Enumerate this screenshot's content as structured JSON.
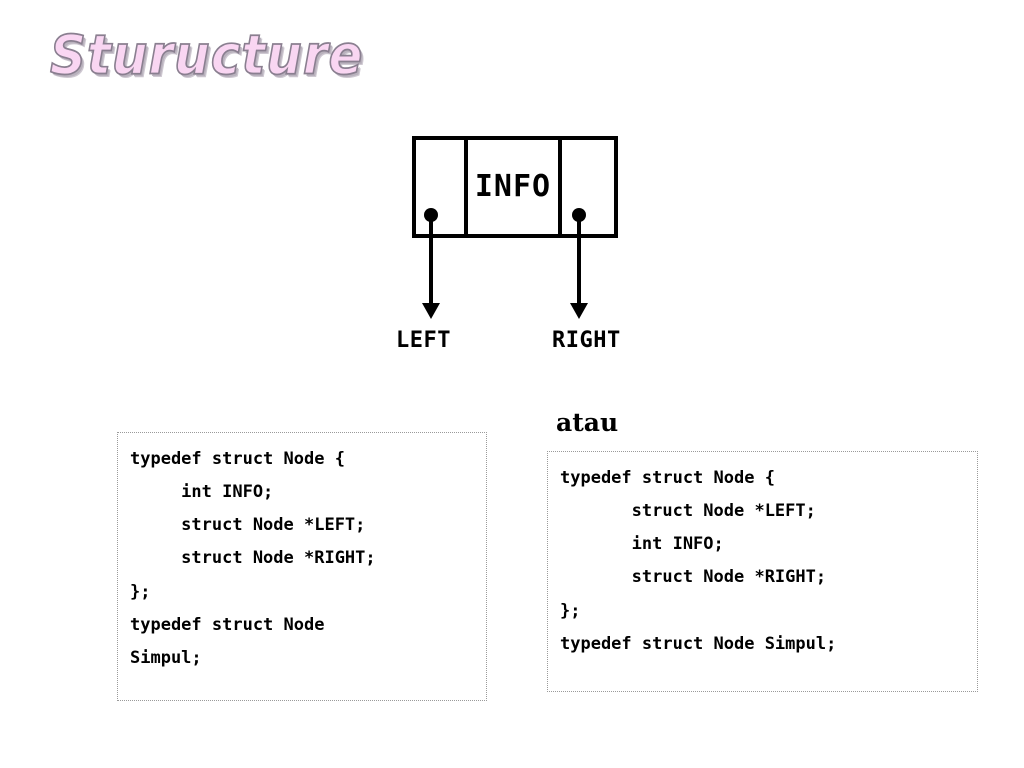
{
  "slide": {
    "title": "Sturucture",
    "title_fill_color": "#F9D6F2",
    "title_outline_color": "#8A7F90",
    "background_color": "#FFFFFF"
  },
  "diagram": {
    "name": "binary-tree-node-structure",
    "info_cell_label": "INFO",
    "left_pointer_label": "LEFT",
    "right_pointer_label": "RIGHT",
    "cells": [
      "LEFT",
      "INFO",
      "RIGHT"
    ],
    "border_color": "#000000"
  },
  "code_left": {
    "lines": [
      "typedef struct Node {",
      "     int INFO;",
      "     struct Node *LEFT;",
      "     struct Node *RIGHT;",
      "};",
      "typedef struct Node",
      "Simpul;"
    ],
    "text": "typedef struct Node {\n     int INFO;\n     struct Node *LEFT;\n     struct Node *RIGHT;\n};\ntypedef struct Node\nSimpul;"
  },
  "separator": {
    "label": "atau"
  },
  "code_right": {
    "lines": [
      "typedef struct Node {",
      "       struct Node *LEFT;",
      "       int INFO;",
      "       struct Node *RIGHT;",
      "};",
      "typedef struct Node Simpul;"
    ],
    "text": "typedef struct Node {\n       struct Node *LEFT;\n       int INFO;\n       struct Node *RIGHT;\n};\ntypedef struct Node Simpul;"
  }
}
